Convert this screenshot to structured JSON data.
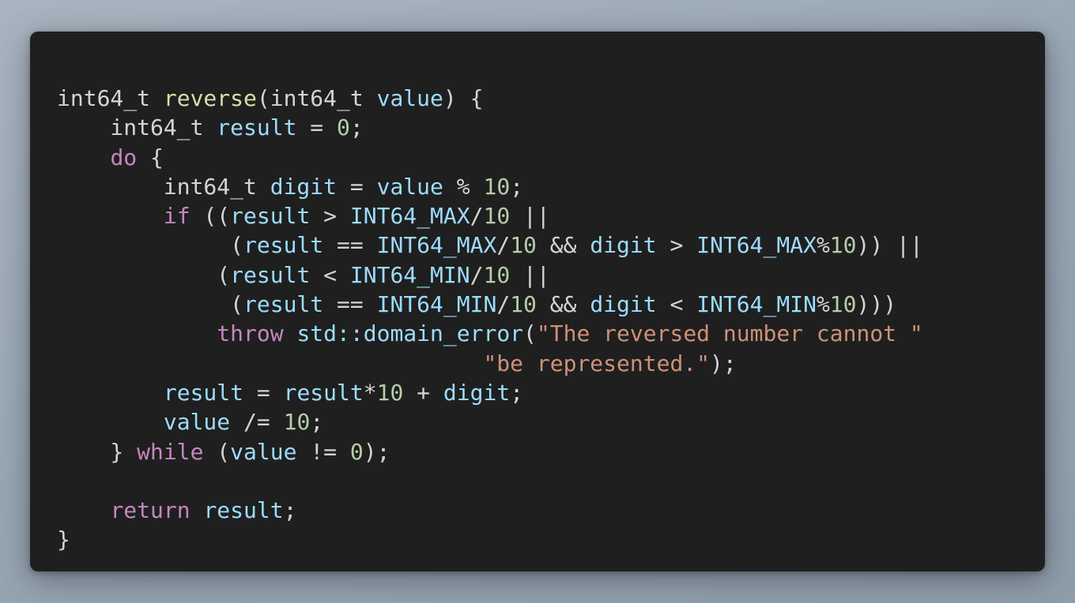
{
  "theme": {
    "background": "#1f1f1f",
    "colors": {
      "plain": "#d4d4d4",
      "fn": "#dcdcaa",
      "var": "#9cdcfe",
      "kw": "#c586c0",
      "num": "#b5cea8",
      "str": "#ce9178"
    }
  },
  "code": {
    "lines": [
      [
        [
          "plain",
          "int64_t "
        ],
        [
          "fn",
          "reverse"
        ],
        [
          "plain",
          "(int64_t "
        ],
        [
          "var",
          "value"
        ],
        [
          "plain",
          ") {"
        ]
      ],
      [
        [
          "plain",
          "    int64_t "
        ],
        [
          "var",
          "result"
        ],
        [
          "plain",
          " = "
        ],
        [
          "num",
          "0"
        ],
        [
          "plain",
          ";"
        ]
      ],
      [
        [
          "plain",
          "    "
        ],
        [
          "kw",
          "do"
        ],
        [
          "plain",
          " {"
        ]
      ],
      [
        [
          "plain",
          "        int64_t "
        ],
        [
          "var",
          "digit"
        ],
        [
          "plain",
          " = "
        ],
        [
          "var",
          "value"
        ],
        [
          "plain",
          " % "
        ],
        [
          "num",
          "10"
        ],
        [
          "plain",
          ";"
        ]
      ],
      [
        [
          "plain",
          "        "
        ],
        [
          "kw",
          "if"
        ],
        [
          "plain",
          " (("
        ],
        [
          "var",
          "result"
        ],
        [
          "plain",
          " > "
        ],
        [
          "var",
          "INT64_MAX"
        ],
        [
          "plain",
          "/"
        ],
        [
          "num",
          "10"
        ],
        [
          "plain",
          " ||"
        ]
      ],
      [
        [
          "plain",
          "             ("
        ],
        [
          "var",
          "result"
        ],
        [
          "plain",
          " == "
        ],
        [
          "var",
          "INT64_MAX"
        ],
        [
          "plain",
          "/"
        ],
        [
          "num",
          "10"
        ],
        [
          "plain",
          " && "
        ],
        [
          "var",
          "digit"
        ],
        [
          "plain",
          " > "
        ],
        [
          "var",
          "INT64_MAX"
        ],
        [
          "plain",
          "%"
        ],
        [
          "num",
          "10"
        ],
        [
          "plain",
          ")) ||"
        ]
      ],
      [
        [
          "plain",
          "            ("
        ],
        [
          "var",
          "result"
        ],
        [
          "plain",
          " < "
        ],
        [
          "var",
          "INT64_MIN"
        ],
        [
          "plain",
          "/"
        ],
        [
          "num",
          "10"
        ],
        [
          "plain",
          " ||"
        ]
      ],
      [
        [
          "plain",
          "             ("
        ],
        [
          "var",
          "result"
        ],
        [
          "plain",
          " == "
        ],
        [
          "var",
          "INT64_MIN"
        ],
        [
          "plain",
          "/"
        ],
        [
          "num",
          "10"
        ],
        [
          "plain",
          " && "
        ],
        [
          "var",
          "digit"
        ],
        [
          "plain",
          " < "
        ],
        [
          "var",
          "INT64_MIN"
        ],
        [
          "plain",
          "%"
        ],
        [
          "num",
          "10"
        ],
        [
          "plain",
          ")))"
        ]
      ],
      [
        [
          "plain",
          "            "
        ],
        [
          "kw",
          "throw"
        ],
        [
          "plain",
          " "
        ],
        [
          "var",
          "std::domain_error"
        ],
        [
          "plain",
          "("
        ],
        [
          "str",
          "\"The reversed number cannot \""
        ]
      ],
      [
        [
          "plain",
          "                                "
        ],
        [
          "str",
          "\"be represented.\""
        ],
        [
          "plain",
          ");"
        ]
      ],
      [
        [
          "plain",
          "        "
        ],
        [
          "var",
          "result"
        ],
        [
          "plain",
          " = "
        ],
        [
          "var",
          "result"
        ],
        [
          "plain",
          "*"
        ],
        [
          "num",
          "10"
        ],
        [
          "plain",
          " + "
        ],
        [
          "var",
          "digit"
        ],
        [
          "plain",
          ";"
        ]
      ],
      [
        [
          "plain",
          "        "
        ],
        [
          "var",
          "value"
        ],
        [
          "plain",
          " /= "
        ],
        [
          "num",
          "10"
        ],
        [
          "plain",
          ";"
        ]
      ],
      [
        [
          "plain",
          "    } "
        ],
        [
          "kw",
          "while"
        ],
        [
          "plain",
          " ("
        ],
        [
          "var",
          "value"
        ],
        [
          "plain",
          " != "
        ],
        [
          "num",
          "0"
        ],
        [
          "plain",
          ");"
        ]
      ],
      [
        [
          "plain",
          ""
        ]
      ],
      [
        [
          "plain",
          "    "
        ],
        [
          "kw",
          "return"
        ],
        [
          "plain",
          " "
        ],
        [
          "var",
          "result"
        ],
        [
          "plain",
          ";"
        ]
      ],
      [
        [
          "plain",
          "}"
        ]
      ]
    ]
  }
}
